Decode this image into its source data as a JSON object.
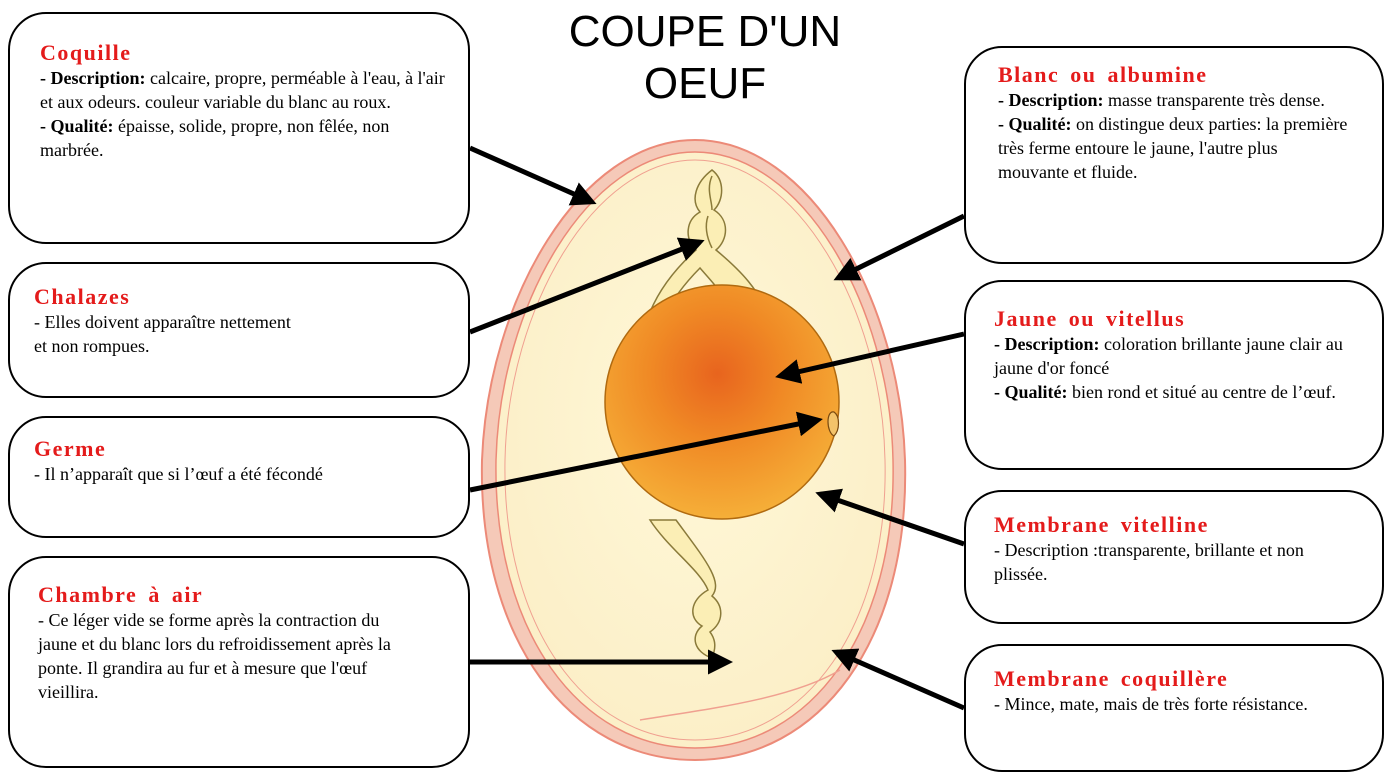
{
  "title": "COUPE D'UN OEUF",
  "colors": {
    "heading": "#e41b1b",
    "shell": "#f08e7e",
    "albumen": "#fcf4cf",
    "yolk": "#f39a2a",
    "chalaza": "#fbeeb5"
  },
  "boxes": {
    "coquille": {
      "heading": "Coquille",
      "l1_label": "- Description:",
      "l1_text": " calcaire, propre, perméable à l'eau, à l'air et aux odeurs. couleur variable du blanc au roux.",
      "l2_label": "- Qualité:",
      "l2_text": " épaisse, solide, propre, non fêlée,  non marbrée."
    },
    "chalazes": {
      "heading": "Chalazes",
      "text": "- Elles doivent apparaître nettement et non rompues."
    },
    "germe": {
      "heading": "Germe",
      "text": "- Il n’apparaît que si l’œuf a été fécondé"
    },
    "chambre": {
      "heading": "Chambre à air",
      "text": "- Ce léger vide se forme après la contraction du jaune et du blanc lors du refroidissement après la ponte. Il grandira au fur et à mesure que l'œuf vieillira."
    },
    "blanc": {
      "heading": "Blanc ou albumine",
      "l1_label": "- Description:",
      "l1_text": " masse transparente très dense.",
      "l2_label": "- Qualité:",
      "l2_text": " on distingue deux parties: la première très ferme entoure le jaune, l'autre plus mouvante et fluide."
    },
    "jaune": {
      "heading": "Jaune ou vitellus",
      "l1_label": "- Description:",
      "l1_text": " coloration brillante jaune clair au jaune d'or foncé",
      "l2_label": "- Qualité:",
      "l2_text": " bien rond et situé au centre de l’œuf."
    },
    "vitelline": {
      "heading": "Membrane vitelline",
      "text": "- Description :transparente, brillante et non plissée."
    },
    "coquillere": {
      "heading": "Membrane coquillère",
      "text": "- Mince, mate, mais de très forte résistance."
    }
  }
}
